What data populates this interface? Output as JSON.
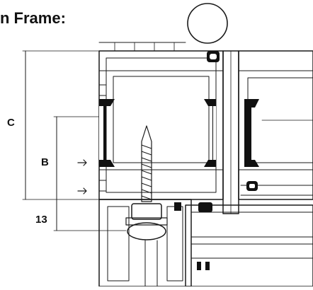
{
  "header": {
    "title": "n Frame:"
  },
  "dimensions": {
    "c": "C",
    "b": "B",
    "thirteen": "13"
  }
}
